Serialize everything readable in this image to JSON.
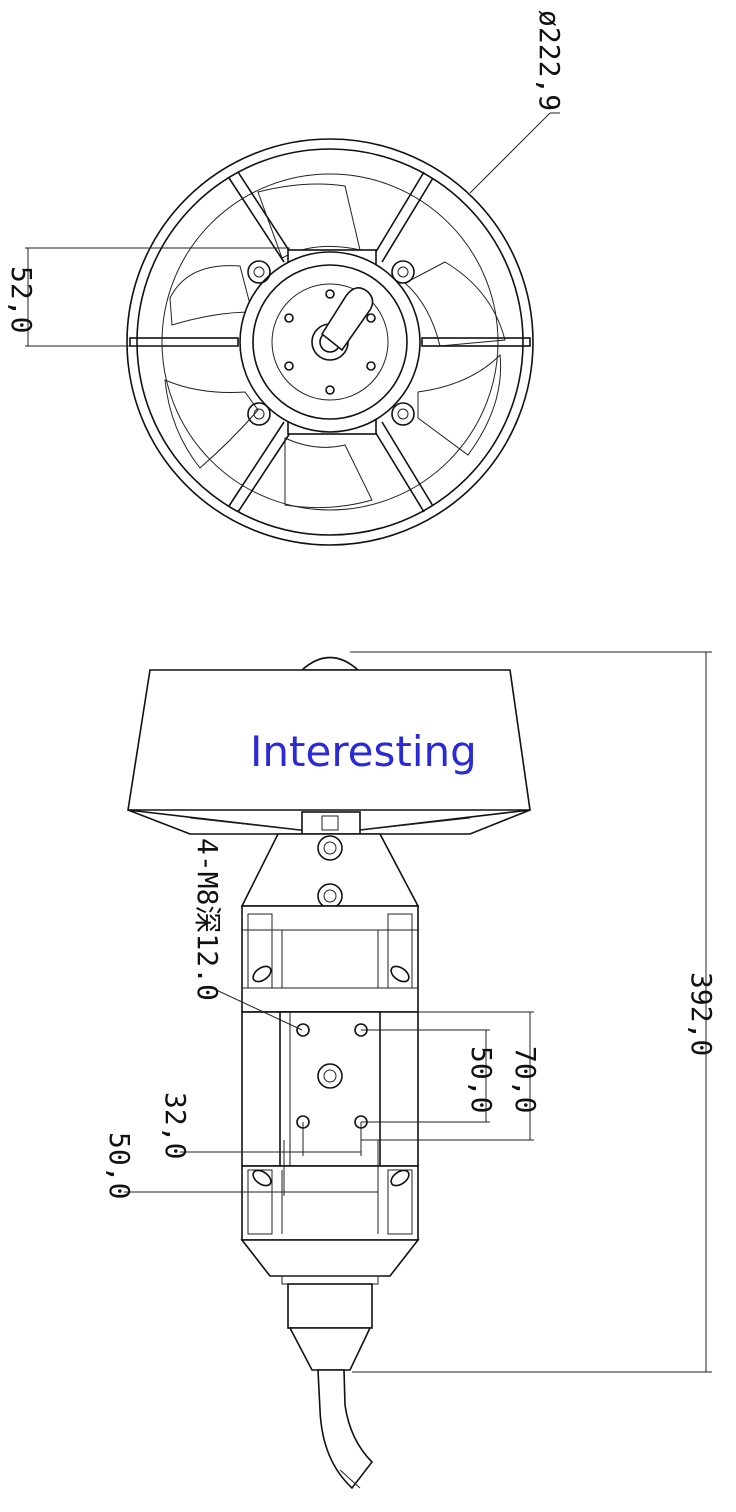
{
  "dimensions": {
    "diameter": "ø222,9",
    "hub_width": "52,0",
    "overall_length": "392,0",
    "thread_spec": "4-M8深12.0",
    "bolt_outer": "70,0",
    "bolt_inner": "50,0",
    "hole_spacing_short": "32,0",
    "hole_spacing_long": "50,0"
  },
  "annotation": {
    "label": "Interesting",
    "color": "#2b2bd6"
  },
  "colors": {
    "line": "#111111",
    "background": "#ffffff"
  }
}
